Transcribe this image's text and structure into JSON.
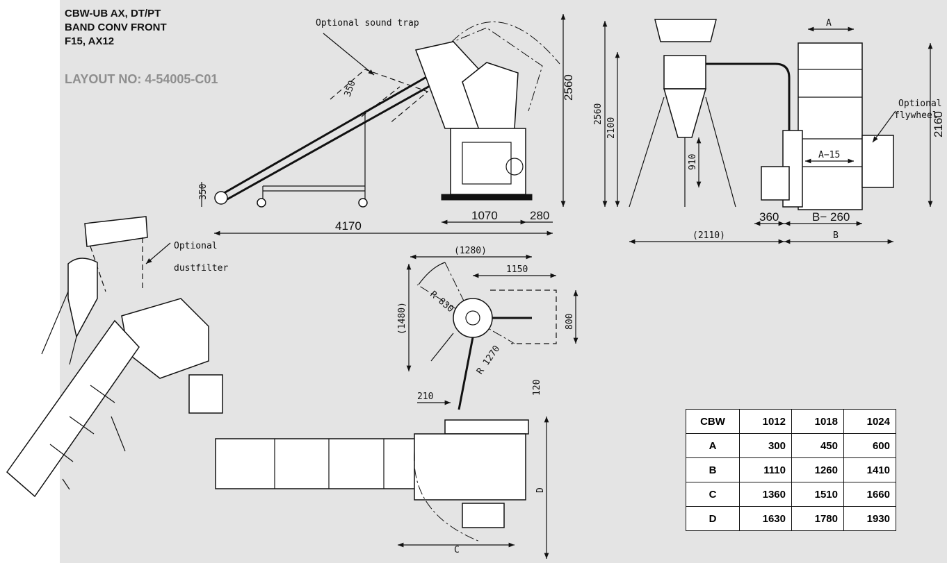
{
  "title": {
    "lines": [
      "CBW-UB AX, DT/PT",
      "BAND CONV FRONT",
      "F15, AX12"
    ],
    "layout_no": "LAYOUT NO: 4-54005-C01"
  },
  "side_view": {
    "optional_label": "Optional sound trap",
    "dims": {
      "height": "2560",
      "trap": "350",
      "conveyor_h": "350",
      "length": "4170",
      "base": "1070",
      "offset": "280"
    }
  },
  "front_view": {
    "optional_label_1": "Optional",
    "optional_label_2": "flywheel",
    "dims": {
      "a": "A",
      "a15": "A−15",
      "h2560": "2560",
      "h2100": "2100",
      "h910": "910",
      "h2160": "2160",
      "d360": "360",
      "b260": "B− 260",
      "w2110": "(2110)",
      "b": "B"
    }
  },
  "iso_view": {
    "optional_label_1": "Optional",
    "optional_label_2": "dustfilter"
  },
  "top_view": {
    "dims": {
      "d1280": "(1280)",
      "d1150": "1150",
      "r830": "R 830",
      "d1480": "(1480)",
      "d800": "800",
      "r1270": "R 1270",
      "d210": "210",
      "d120": "120",
      "c": "C",
      "d": "D"
    }
  },
  "table": {
    "header": [
      "CBW",
      "1012",
      "1018",
      "1024"
    ],
    "rows": [
      [
        "A",
        "300",
        "450",
        "600"
      ],
      [
        "B",
        "1110",
        "1260",
        "1410"
      ],
      [
        "C",
        "1360",
        "1510",
        "1660"
      ],
      [
        "D",
        "1630",
        "1780",
        "1930"
      ]
    ]
  }
}
